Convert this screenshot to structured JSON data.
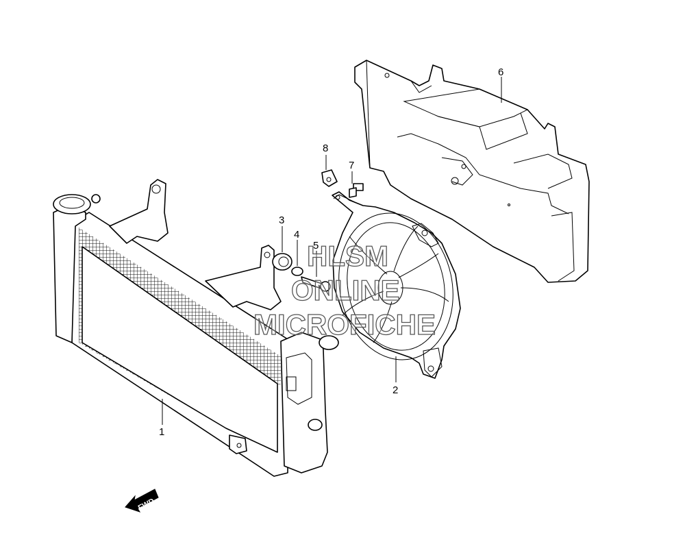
{
  "callouts": [
    {
      "id": "1",
      "part": "radiator"
    },
    {
      "id": "2",
      "part": "fan-assembly"
    },
    {
      "id": "3",
      "part": "cushion"
    },
    {
      "id": "4",
      "part": "collar"
    },
    {
      "id": "5",
      "part": "bolt"
    },
    {
      "id": "6",
      "part": "radiator-shroud"
    },
    {
      "id": "7",
      "part": "screw"
    },
    {
      "id": "8",
      "part": "nut"
    }
  ],
  "watermark": {
    "line1": "HLSM",
    "line2": "ONLINE",
    "line3": "MICROFICHE"
  },
  "direction_arrow": {
    "label": "FWD"
  }
}
